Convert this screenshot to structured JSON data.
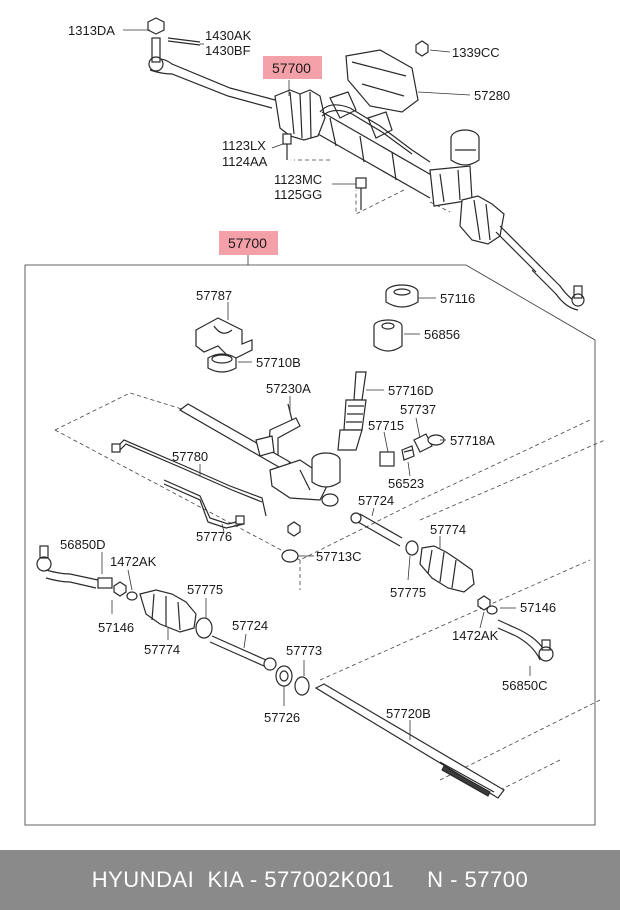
{
  "callouts": {
    "c1313DA": "1313DA",
    "c1430AK": "1430AK",
    "c1430BF": "1430BF",
    "c57700_top": "57700",
    "c1339CC": "1339CC",
    "c57280": "57280",
    "c1123LX": "1123LX",
    "c1124AA": "1124AA",
    "c1123MC": "1123MC",
    "c1125GG": "1125GG",
    "c57700_box": "57700",
    "c57787": "57787",
    "c57116": "57116",
    "c56856": "56856",
    "c57710B": "57710B",
    "c57230A": "57230A",
    "c57716D": "57716D",
    "c57737": "57737",
    "c57715": "57715",
    "c57718A": "57718A",
    "c57780": "57780",
    "c56523": "56523",
    "c57724_r": "57724",
    "c57774_r": "57774",
    "c57776": "57776",
    "c57713C": "57713C",
    "c56850D": "56850D",
    "c1472AK_l": "1472AK",
    "c57775_l": "57775",
    "c57775_r": "57775",
    "c57146_l": "57146",
    "c57146_r": "57146",
    "c57774_l": "57774",
    "c1472AK_r": "1472AK",
    "c57724_l": "57724",
    "c57773": "57773",
    "c56850C": "56850C",
    "c57726": "57726",
    "c57720B": "57720B"
  },
  "footer": {
    "text": "HYUNDAI  KIA - 577002K001     N - 57700"
  },
  "colors": {
    "highlight": "#f4a0a8",
    "footer_bg": "#8a8a8a"
  }
}
